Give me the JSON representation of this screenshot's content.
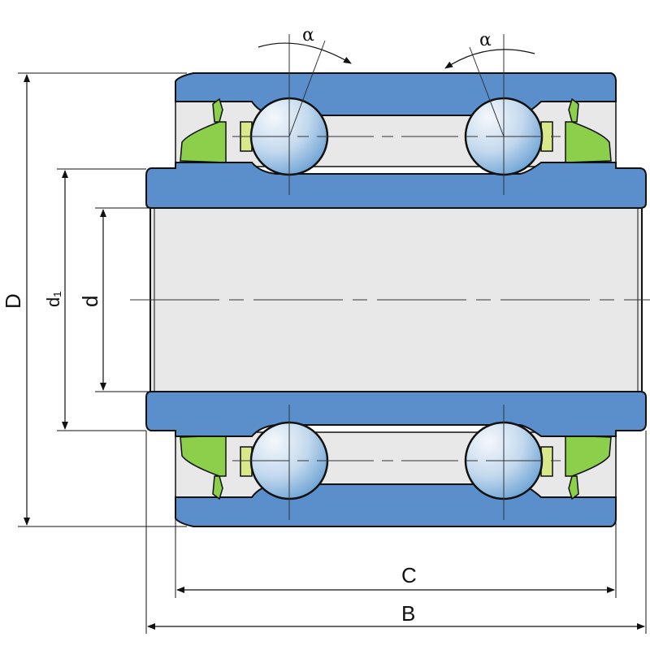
{
  "labels": {
    "alpha_left": "α",
    "alpha_right": "α",
    "outer_diameter": "D",
    "shoulder_diameter": "d₁",
    "bore_diameter": "d",
    "outer_width": "C",
    "inner_width": "B"
  },
  "colors": {
    "ring": "#5a8fcc",
    "seal": "#8ccf4a",
    "cage": "#d8e88a",
    "background_gap": "#e8e8e8",
    "ball_light": "#f4f8fc",
    "ball_dark": "#5b98cf"
  }
}
